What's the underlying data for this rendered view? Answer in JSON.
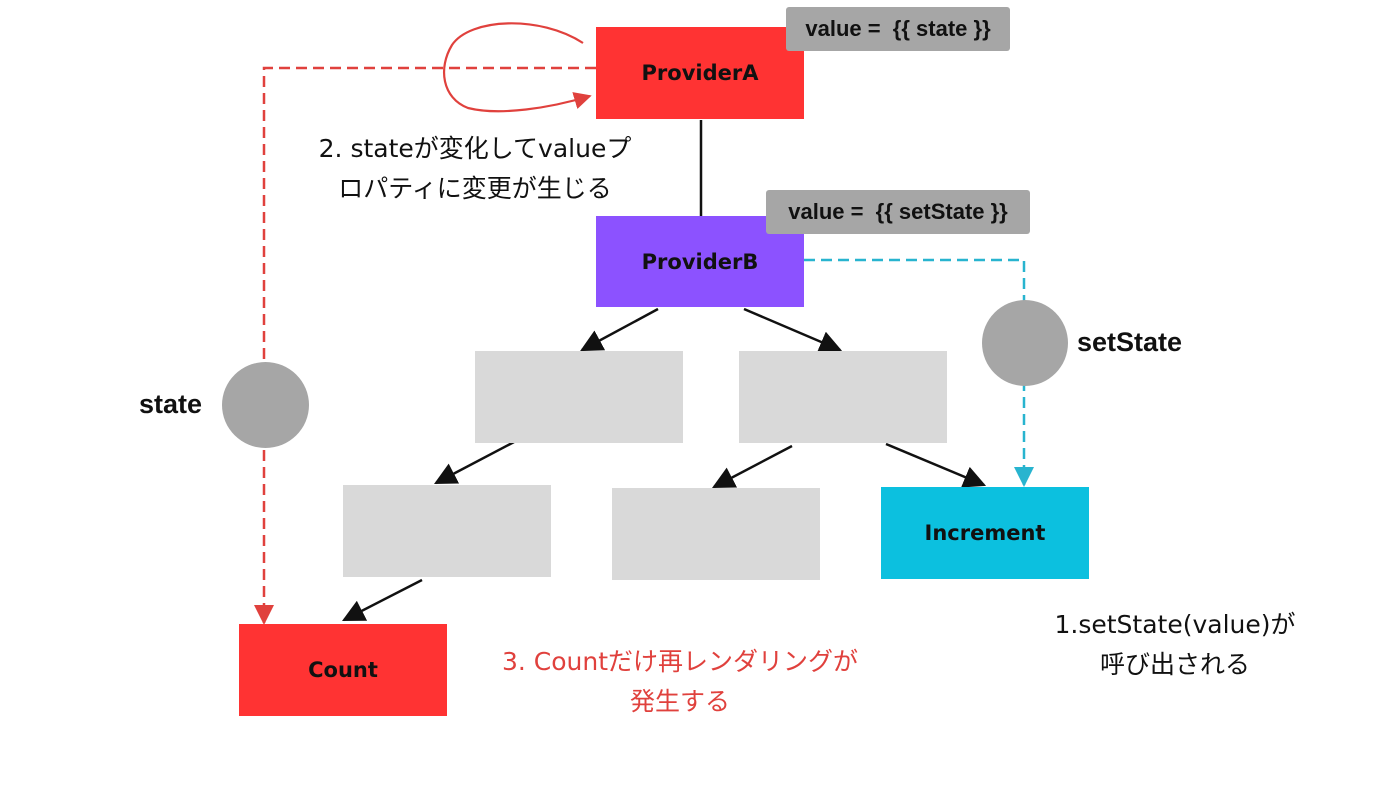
{
  "colors": {
    "provider_a": "#ff3333",
    "provider_b": "#8c52ff",
    "increment": "#0cc0df",
    "count": "#ff3333",
    "placeholder": "#d9d9d9",
    "state_flow": "#e0413d",
    "setstate_flow": "#28b4cf",
    "edge": "#111111",
    "tag_bg": "#a6a6a6",
    "circle": "#a6a6a6"
  },
  "nodes": {
    "provider_a": "ProviderA",
    "provider_b": "ProviderB",
    "increment": "Increment",
    "count": "Count"
  },
  "tags": {
    "provider_a_value": "value =  {{ state }}",
    "provider_b_value": "value =  {{ setState }}"
  },
  "flow_labels": {
    "state": "state",
    "set_state": "setState"
  },
  "notes": {
    "step1_line1": "1.setState(value)が",
    "step1_line2": "呼び出される",
    "step2_line1": "2. stateが変化してvalueプ",
    "step2_line2": "ロパティに変更が生じる",
    "step3_line1": "3. Countだけ再レンダリングが",
    "step3_line2": "発生する"
  }
}
